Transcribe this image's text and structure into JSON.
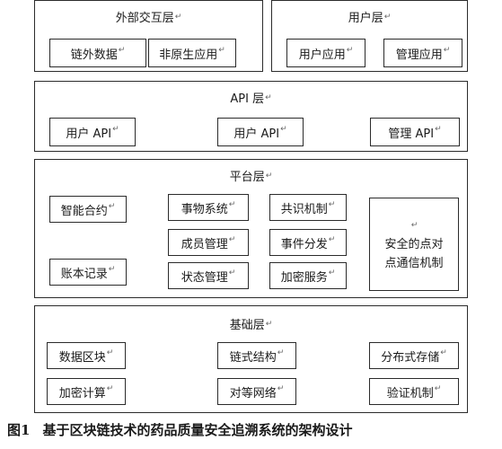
{
  "external_layer": {
    "title": "外部交互层",
    "items": [
      "链外数据",
      "非原生应用"
    ]
  },
  "user_layer": {
    "title": "用户层",
    "items": [
      "用户应用",
      "管理应用"
    ]
  },
  "api_layer": {
    "title": "API 层",
    "items": [
      "用户 API",
      "用户 API",
      "管理 API"
    ]
  },
  "platform_layer": {
    "title": "平台层",
    "left": [
      "智能合约",
      "账本记录"
    ],
    "mid": [
      "事物系统",
      "成员管理",
      "状态管理"
    ],
    "right": [
      "共识机制",
      "事件分发",
      "加密服务"
    ],
    "p2p": [
      "安全的点对",
      "点通信机制"
    ]
  },
  "base_layer": {
    "title": "基础层",
    "row1": [
      "数据区块",
      "链式结构",
      "分布式存储"
    ],
    "row2": [
      "加密计算",
      "对等网络",
      "验证机制"
    ]
  },
  "caption": {
    "number": "图1",
    "text": "基于区块链技术的药品质量安全追溯系统的架构设计"
  },
  "enter_mark": "↵"
}
